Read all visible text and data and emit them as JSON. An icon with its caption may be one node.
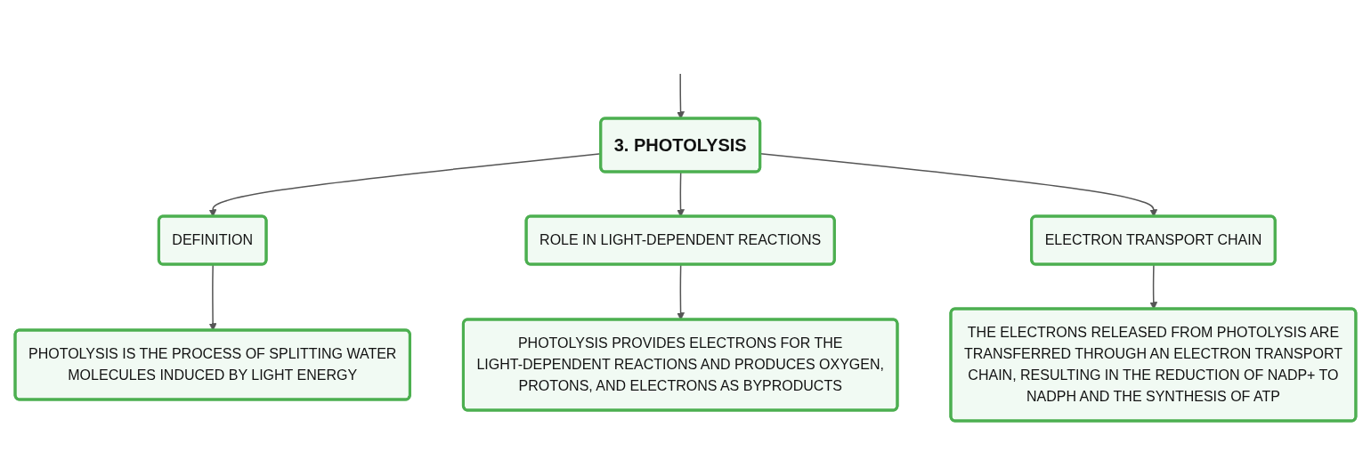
{
  "diagram": {
    "nodes": [
      {
        "text": [
          "3. PHOTOLYSIS"
        ]
      },
      {
        "text": [
          "DEFINITION"
        ]
      },
      {
        "text": [
          "ROLE IN LIGHT-DEPENDENT REACTIONS"
        ]
      },
      {
        "text": [
          "ELECTRON TRANSPORT CHAIN"
        ]
      },
      {
        "text": [
          "PHOTOLYSIS IS THE PROCESS OF SPLITTING WATER MOLECULES INDUCED BY LIGHT ENERGY"
        ]
      },
      {
        "text": [
          "PHOTOLYSIS PROVIDES ELECTRONS FOR THE LIGHT-DEPENDENT REACTIONS AND PRODUCES OXYGEN, PROTONS, AND ELECTRONS AS BYPRODUCTS"
        ]
      },
      {
        "text": [
          "THE ELECTRONS RELEASED FROM PHOTOLYSIS ARE TRANSFERRED THROUGH AN ELECTRON TRANSPORT CHAIN, RESULTING IN THE REDUCTION OF NADP+ TO NADPH AND THE SYNTHESIS OF ATP"
        ]
      }
    ],
    "edges": [
      {
        "from": null,
        "to": 0,
        "arrow": "to"
      },
      {
        "from": 0,
        "to": 1,
        "arrow": "to"
      },
      {
        "from": 0,
        "to": 2,
        "arrow": "to"
      },
      {
        "from": 0,
        "to": 3,
        "arrow": "to"
      },
      {
        "from": 1,
        "to": 4,
        "arrow": "to"
      },
      {
        "from": 2,
        "to": 5,
        "arrow": "to"
      },
      {
        "from": 3,
        "to": 6,
        "arrow": "to"
      }
    ]
  }
}
